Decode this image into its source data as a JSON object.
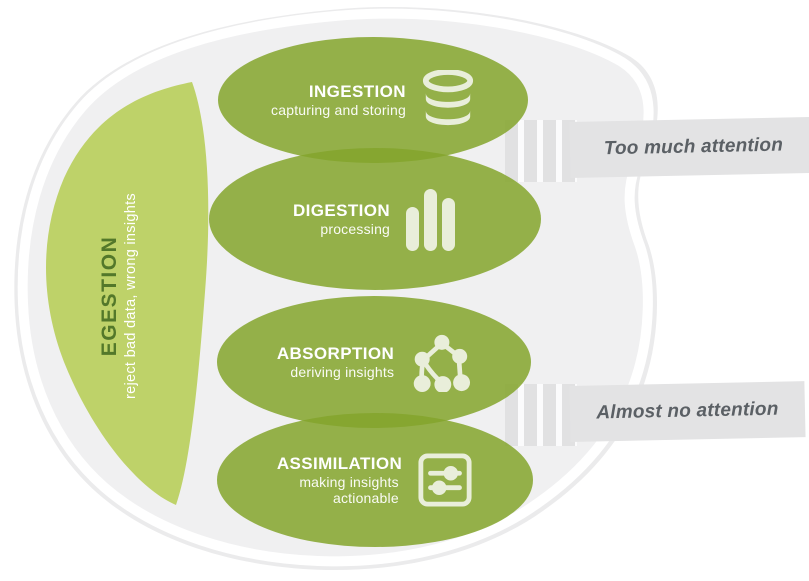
{
  "diagram": {
    "stages": [
      {
        "title": "INGESTION",
        "subtitle": "capturing and storing",
        "icon": "database-icon"
      },
      {
        "title": "DIGESTION",
        "subtitle": "processing",
        "icon": "bar-chart-icon"
      },
      {
        "title": "ABSORPTION",
        "subtitle": "deriving insights",
        "icon": "network-graph-icon"
      },
      {
        "title": "ASSIMILATION",
        "subtitle": "making insights actionable",
        "icon": "sliders-icon"
      }
    ],
    "egestion": {
      "title": "EGESTION",
      "subtitle": "reject bad data, wrong insights"
    },
    "annotations": [
      {
        "label": "Too much attention"
      },
      {
        "label": "Almost no attention"
      }
    ],
    "colors": {
      "stage_green": "#94af43",
      "overlap_green": "#87a436",
      "egestion_green": "#bed269",
      "egestion_text_green": "#53782a",
      "blob_gray": "#f0f0f1",
      "outer_ring_gray": "#ebebec",
      "stripe_gray": "#e1e1e2",
      "annotation_bg": "#e3e3e4",
      "annotation_text": "#5b6065",
      "icon_pale_green": "#e9eeda"
    }
  }
}
